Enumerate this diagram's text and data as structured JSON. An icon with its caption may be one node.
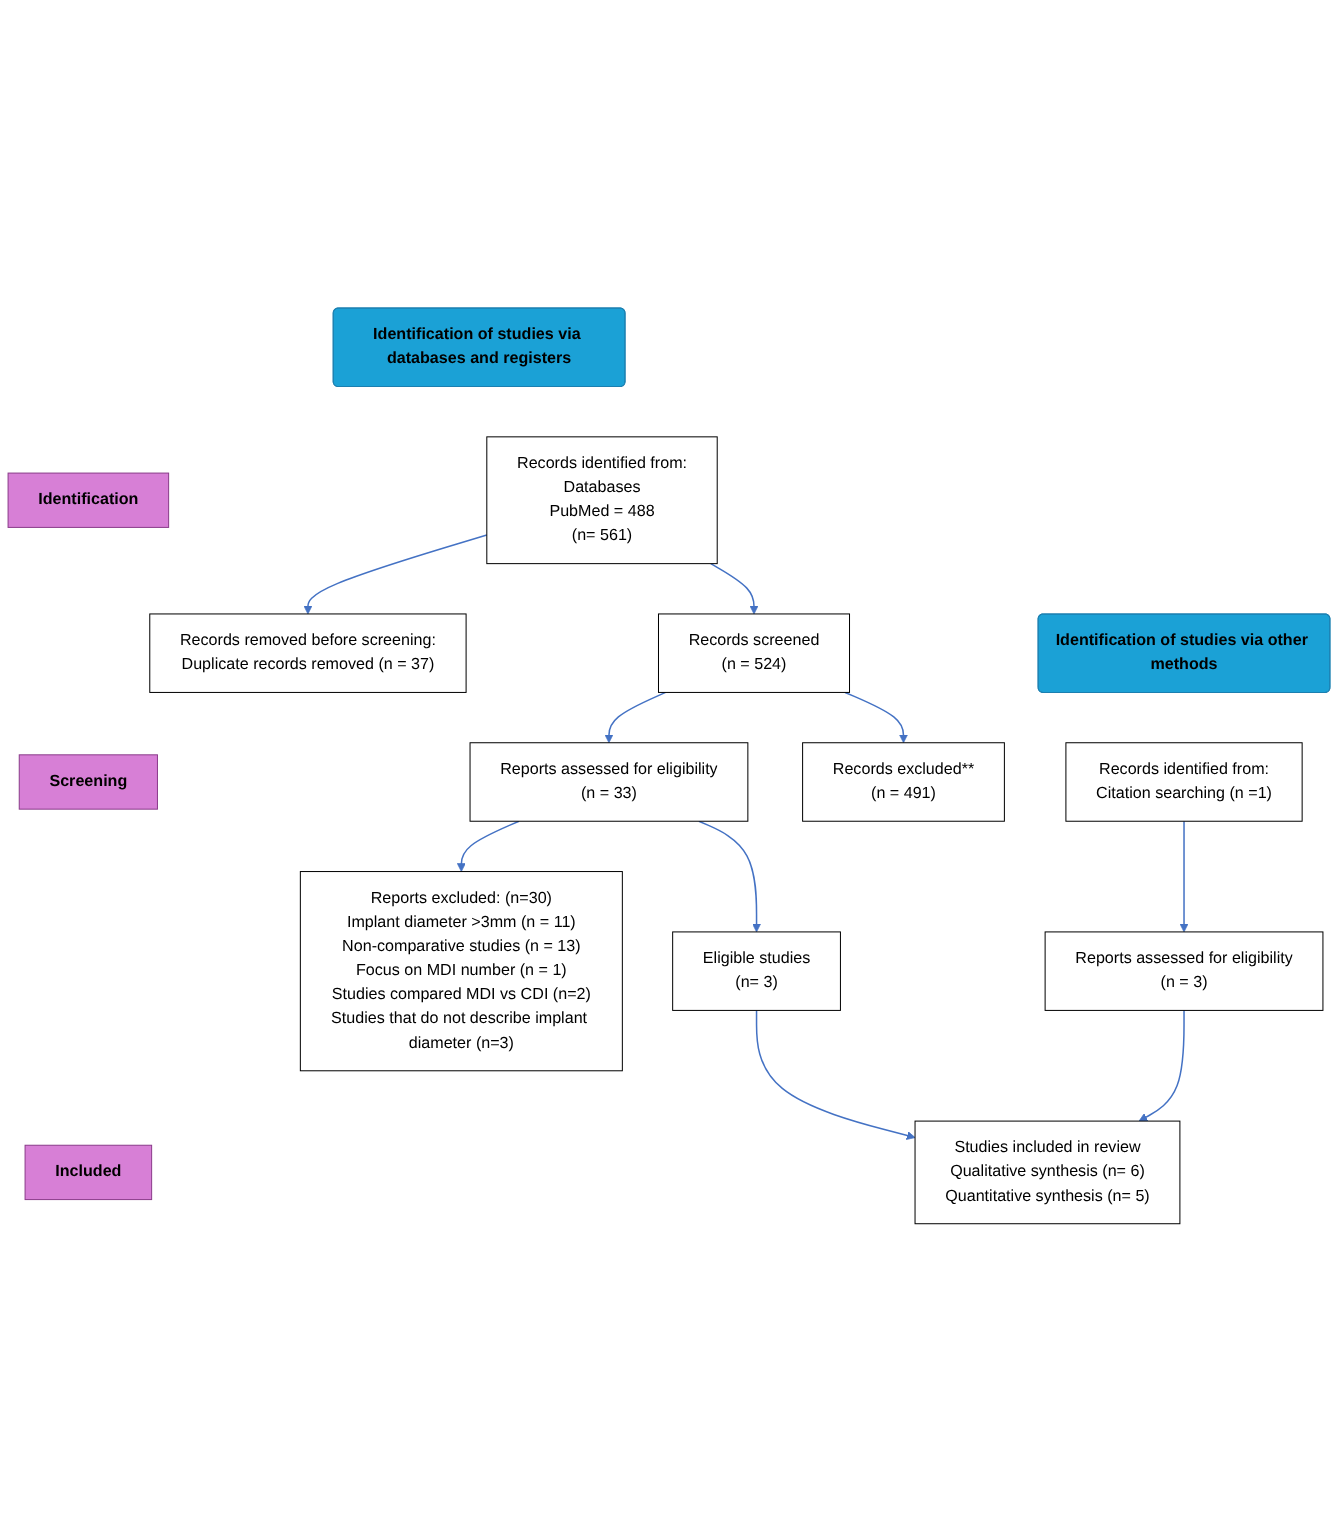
{
  "diagram": {
    "nodes": [
      {
        "text": [
          "Identification of studies via databases and registers"
        ]
      },
      {
        "text": [
          "Identification of studies via other methods"
        ]
      },
      {
        "text": [
          "Identification"
        ]
      },
      {
        "text": [
          "Screening"
        ]
      },
      {
        "text": [
          "Included"
        ]
      },
      {
        "text": [
          "Records identified from:",
          "Databases",
          "PubMed = 488",
          "(n= 561)"
        ]
      },
      {
        "text": [
          "Records removed before screening:",
          "Duplicate records removed (n = 37)"
        ]
      },
      {
        "text": [
          "Records identified from:",
          "Citation searching (n =1)"
        ]
      },
      {
        "text": [
          "Records screened",
          "(n = 524)"
        ]
      },
      {
        "text": [
          "Records excluded**",
          "(n = 491)"
        ]
      },
      {
        "text": [
          "Reports assessed for eligibility",
          "(n = 3)"
        ]
      },
      {
        "text": [
          "Reports assessed for eligibility",
          "(n = 33)"
        ]
      },
      {
        "text": [
          "Reports excluded: (n=30)",
          "Implant diameter >3mm (n = 11)",
          "Non-comparative studies (n = 13)",
          "Focus on MDI number (n = 1)",
          "Studies compared MDI vs CDI (n=2)",
          "Studies that do not describe implant diameter (n=3)"
        ]
      },
      {
        "text": [
          "Eligible studies",
          "(n= 3)"
        ]
      },
      {
        "text": [
          "Studies included in review",
          "Qualitative synthesis (n= 6)",
          "Quantitative synthesis (n= 5)"
        ]
      }
    ],
    "edges": [
      {
        "from": 5,
        "to": 6,
        "arrow": "to"
      },
      {
        "from": 5,
        "to": 8,
        "arrow": "to"
      },
      {
        "from": 8,
        "to": 9,
        "arrow": "to"
      },
      {
        "from": 8,
        "to": 11,
        "arrow": "to"
      },
      {
        "from": 11,
        "to": 12,
        "arrow": "to"
      },
      {
        "from": 11,
        "to": 13,
        "arrow": "to"
      },
      {
        "from": 7,
        "to": 10,
        "arrow": "to"
      },
      {
        "from": 13,
        "to": 14,
        "arrow": "to"
      },
      {
        "from": 10,
        "to": 14,
        "arrow": "to"
      }
    ]
  }
}
